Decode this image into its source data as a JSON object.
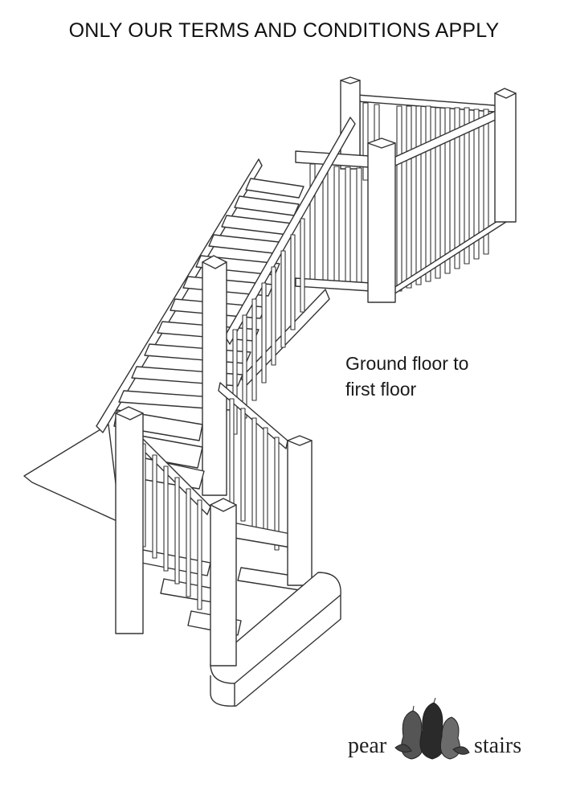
{
  "header": {
    "notice": "ONLY OUR TERMS AND CONDITIONS APPLY"
  },
  "caption": {
    "line1": "Ground floor to",
    "line2": "first floor"
  },
  "logo": {
    "word_left": "pear",
    "word_right": "stairs"
  },
  "colors": {
    "line": "#333333",
    "fill": "#ffffff",
    "pear_dark": "#2a2a2a",
    "pear_mid": "#6b6b6b"
  }
}
